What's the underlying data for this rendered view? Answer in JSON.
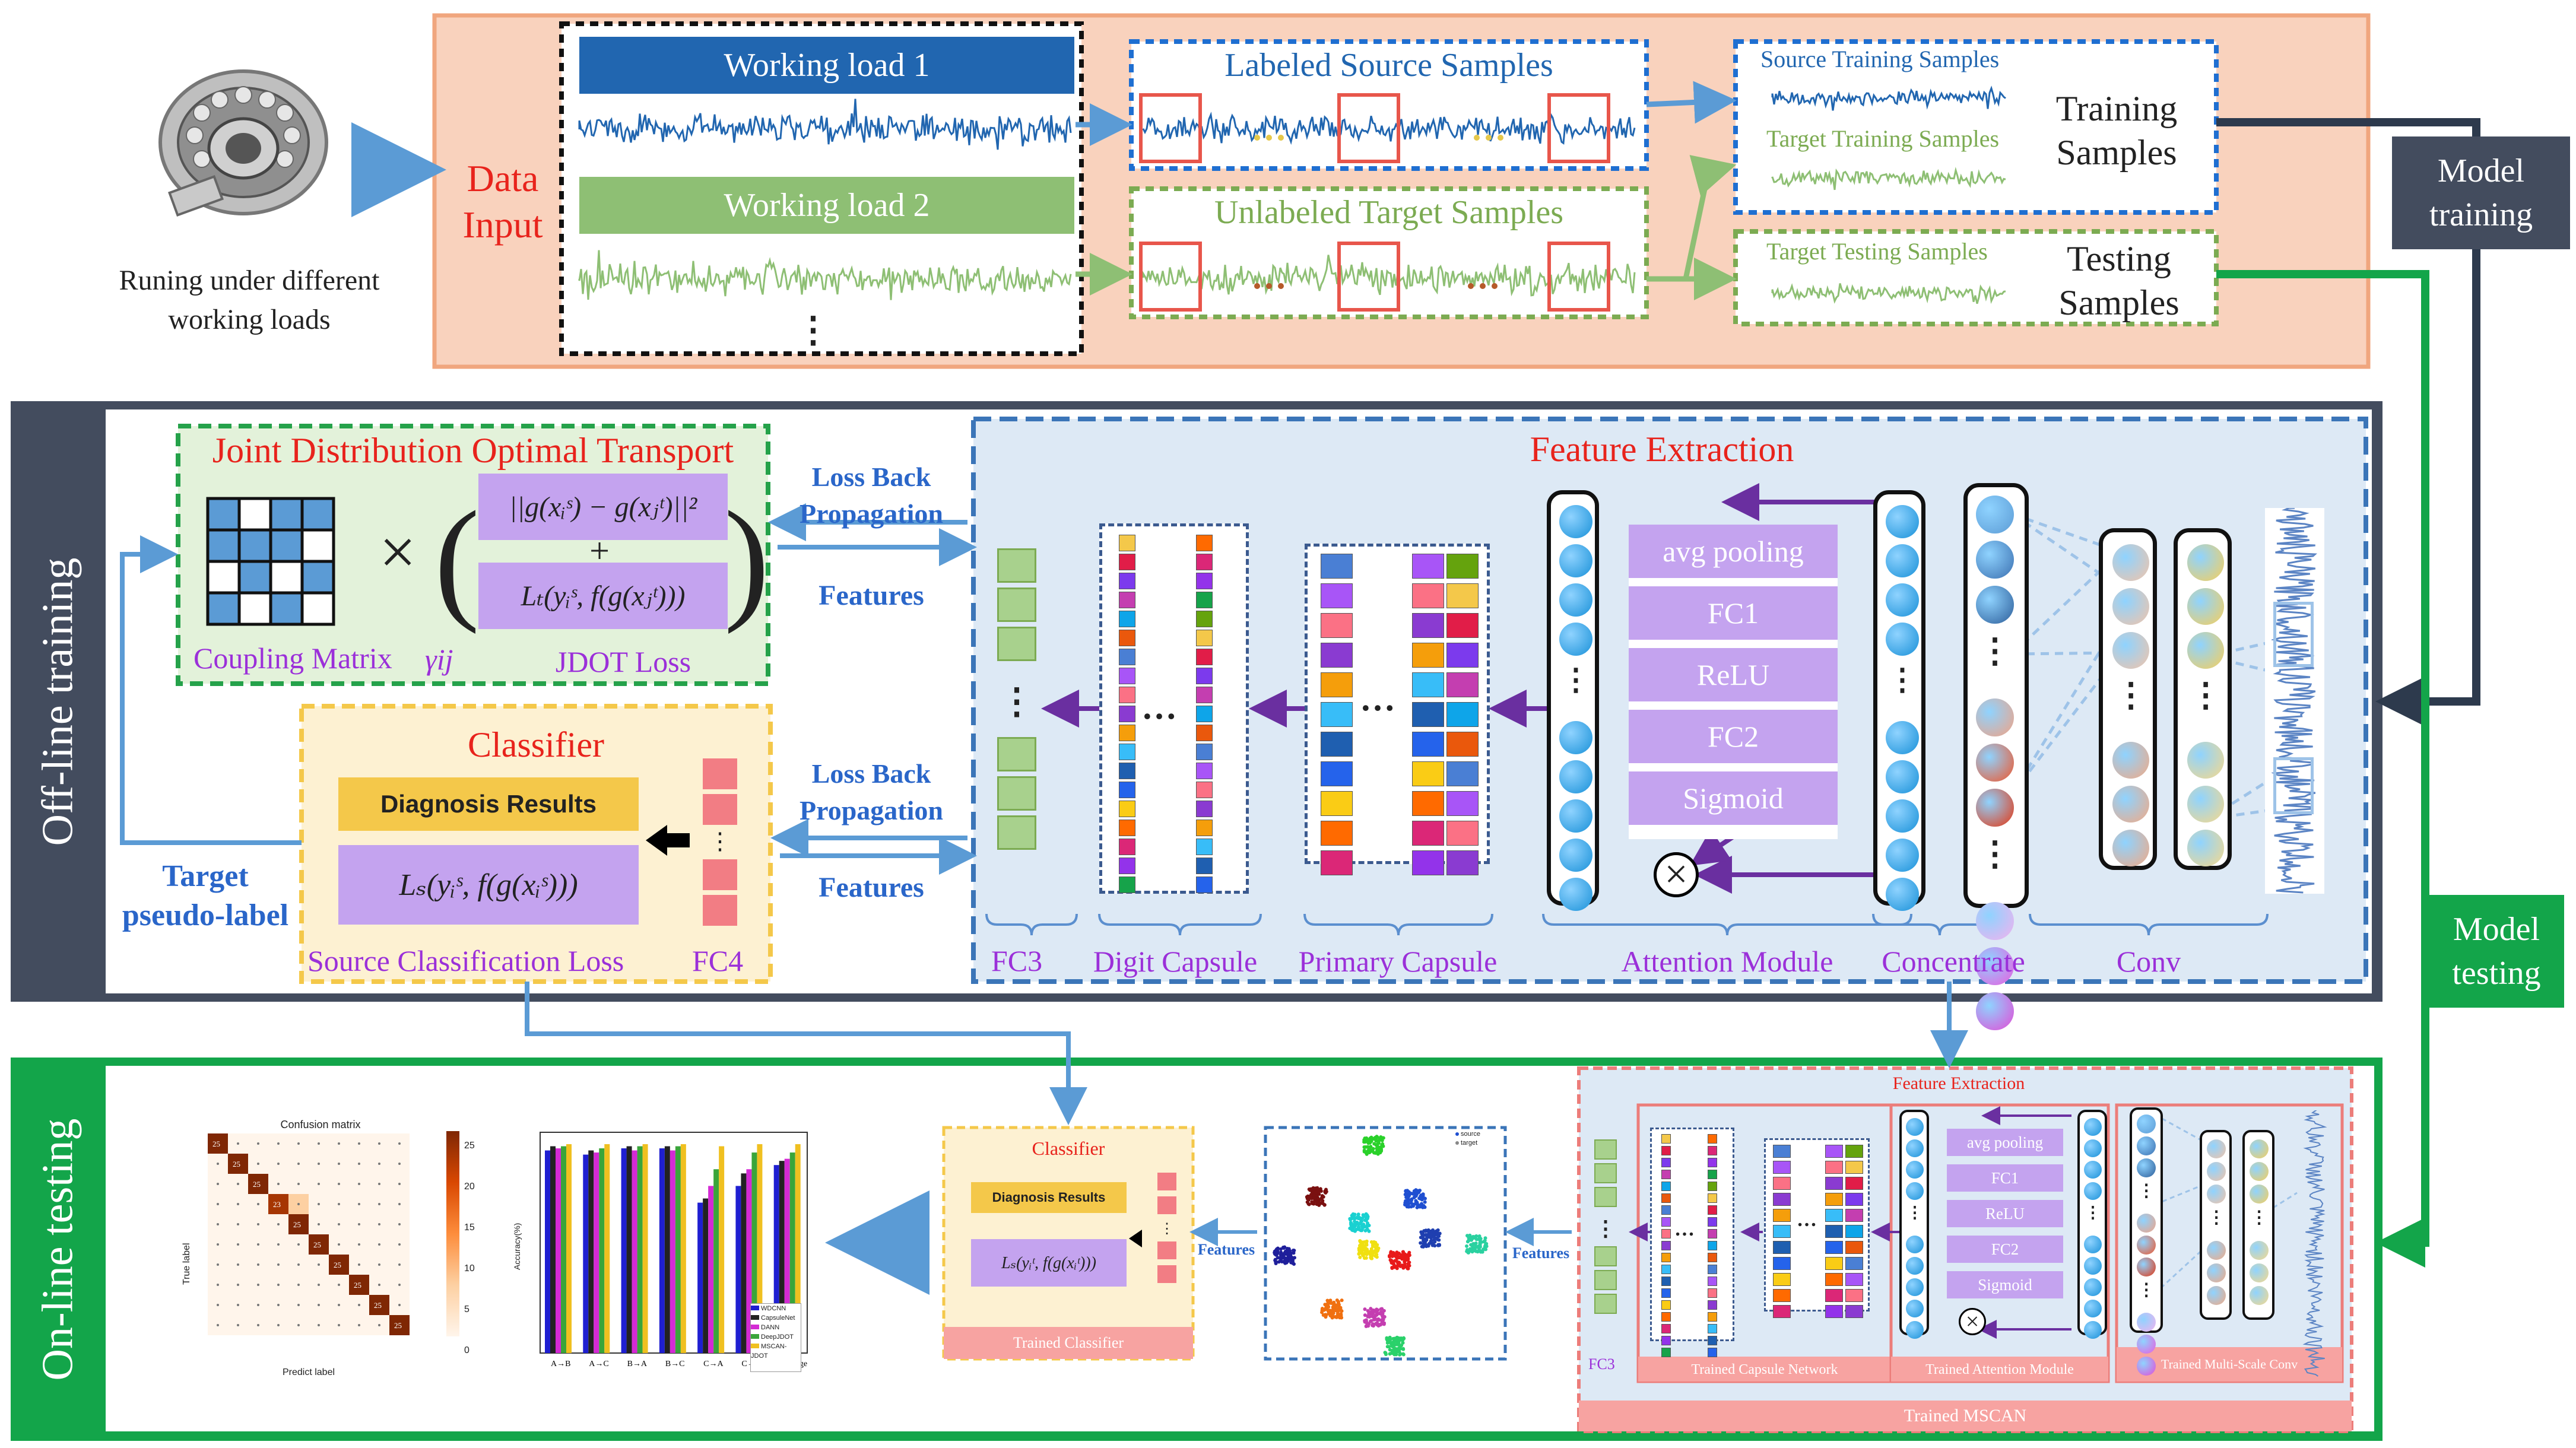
{
  "data_input": {
    "bearing_caption": "Runing under different working loads",
    "title": "Data Input",
    "working_load_1": "Working load 1",
    "working_load_2": "Working load 2",
    "ellipsis": "⋮",
    "labeled_source": "Labeled Source Samples",
    "unlabeled_target": "Unlabeled Target Samples",
    "source_training": "Source Training Samples",
    "target_training": "Target Training Samples",
    "training_samples": "Training Samples",
    "target_testing": "Target Testing Samples",
    "testing_samples": "Testing Samples"
  },
  "model_training": "Model training",
  "model_testing": "Model testing",
  "offline": {
    "side_label": "Off-line training",
    "jdot": {
      "title": "Joint Distribution Optimal Transport",
      "coupling_matrix": "Coupling Matrix",
      "gamma": "γij",
      "jdot_loss": "JDOT Loss",
      "times": "×",
      "formula_top": "||g(xᵢˢ) − g(xⱼᵗ)||²",
      "plus": "+",
      "formula_bottom": "Lₜ(yᵢˢ, f(g(xⱼᵗ)))"
    },
    "loss_back_1": "Loss Back Propagation",
    "features_1": "Features",
    "loss_back_2": "Loss Back Propagation",
    "features_2": "Features",
    "classifier": {
      "title": "Classifier",
      "diagnosis_results": "Diagnosis Results",
      "formula": "Lₛ(yᵢˢ, f(g(xᵢˢ)))",
      "source_loss": "Source Classification Loss",
      "fc4": "FC4"
    },
    "target_pseudo_label": "Target pseudo-label",
    "feature_extraction": {
      "title": "Feature Extraction",
      "avg_pooling": "avg pooling",
      "fc1": "FC1",
      "relu": "ReLU",
      "fc2": "FC2",
      "sigmoid": "Sigmoid",
      "labels": [
        "FC3",
        "Digit Capsule",
        "Primary Capsule",
        "Attention Module",
        "Concentrate",
        "Conv"
      ]
    }
  },
  "online": {
    "side_label": "On-line testing",
    "confusion_title": "Confusion matrix",
    "true_label": "True label",
    "predict_label": "Predict label",
    "colorbar_ticks": [
      "25",
      "20",
      "15",
      "10",
      "5",
      "0"
    ],
    "matrix_diag": [
      "25",
      "25",
      "25",
      "23",
      "25",
      "25",
      "25",
      "25",
      "25",
      "25"
    ],
    "accuracy_label": "Accuracy(%)",
    "bar_categories": [
      "A→B",
      "A→C",
      "B→A",
      "B→C",
      "C→A",
      "C→B",
      "Average"
    ],
    "bar_legend": [
      "WDCNN",
      "CapsuleNet",
      "DANN",
      "DeepJDOT",
      "MSCAN-JDOT"
    ],
    "tsne_legend": [
      "source",
      "target"
    ],
    "classifier": {
      "title": "Classifier",
      "diagnosis_results": "Diagnosis Results",
      "formula": "Lₛ(yᵢᵗ, f(g(xᵢᵗ)))",
      "footer": "Trained Classifier"
    },
    "features_a": "Features",
    "features_b": "Features",
    "mscan": {
      "title": "Feature Extraction",
      "avg_pooling": "avg pooling",
      "fc1": "FC1",
      "relu": "ReLU",
      "fc2": "FC2",
      "sigmoid": "Sigmoid",
      "fc3": "FC3",
      "trained_capsule": "Trained Capsule Network",
      "trained_attention": "Trained Attention Module",
      "trained_conv": "Trained Multi-Scale Conv",
      "footer": "Trained MSCAN"
    }
  },
  "colors": {
    "peach_panel": "#f9d2bd",
    "dark_panel": "#434c5e",
    "green_panel": "#13a54a",
    "source_signal": "#2166b0",
    "target_signal": "#8ebf74",
    "capsule_blue": "#1890d8"
  }
}
